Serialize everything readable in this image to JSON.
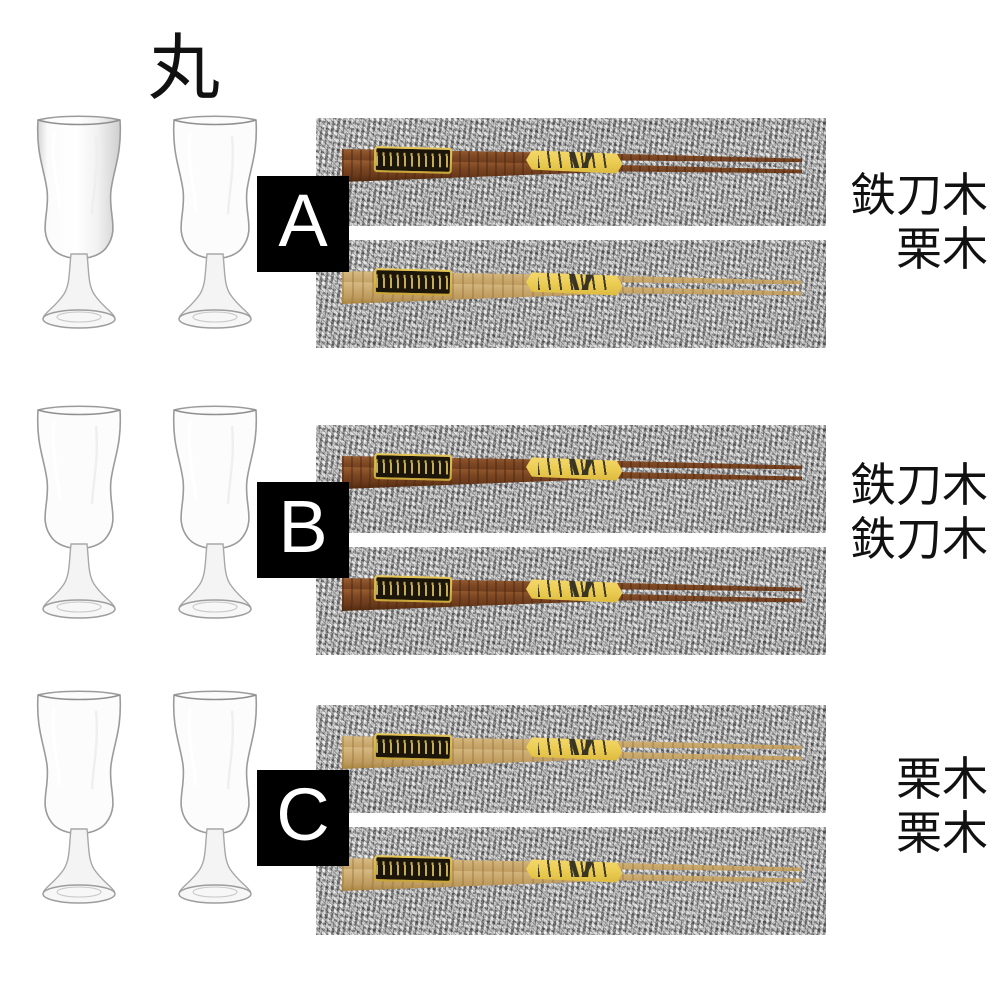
{
  "heading": {
    "shape_label": "丸"
  },
  "rows": [
    {
      "badge": "A",
      "glass_count": 2,
      "glass_name": "tulip-stem-glass",
      "chopsticks": [
        {
          "wood": "dark",
          "label": "鉄刀木"
        },
        {
          "wood": "light",
          "label": "栗木"
        }
      ],
      "names": [
        "鉄刀木",
        "栗木"
      ]
    },
    {
      "badge": "B",
      "glass_count": 2,
      "glass_name": "tulip-stem-glass",
      "chopsticks": [
        {
          "wood": "dark",
          "label": "鉄刀木"
        },
        {
          "wood": "dark",
          "label": "鉄刀木"
        }
      ],
      "names": [
        "鉄刀木",
        "鉄刀木"
      ]
    },
    {
      "badge": "C",
      "glass_count": 2,
      "glass_name": "tulip-stem-glass",
      "chopsticks": [
        {
          "wood": "light",
          "label": "栗木"
        },
        {
          "wood": "light",
          "label": "栗木"
        }
      ],
      "names": [
        "栗木",
        "栗木"
      ]
    }
  ],
  "colors": {
    "badge_background": "#000000",
    "badge_text": "#ffffff",
    "text": "#111111",
    "page_background": "#ffffff",
    "wood_dark": "#7d4723",
    "wood_light": "#c9a86c",
    "band_yellow": "#eccd53",
    "mat_grey": "#aeadab"
  }
}
